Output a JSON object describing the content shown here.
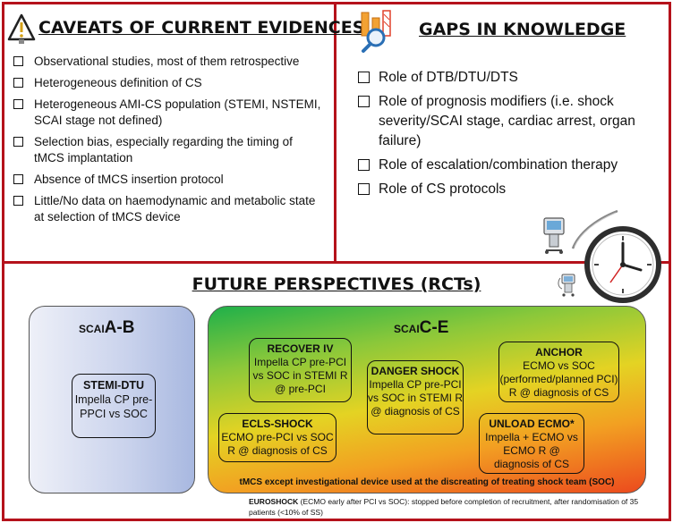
{
  "caveats": {
    "title": "CAVEATS OF CURRENT EVIDENCES",
    "items": [
      "Observational studies, most of them retrospective",
      "Heterogeneous definition of CS",
      "Heterogeneous AMI-CS population (STEMI, NSTEMI, SCAI stage not defined)",
      "Selection bias, especially regarding the timing of tMCS implantation",
      "Absence of tMCS insertion protocol",
      "Little/No data on haemodynamic and metabolic state at selection of tMCS device"
    ]
  },
  "gaps": {
    "title": "GAPS IN KNOWLEDGE",
    "items": [
      "Role of DTB/DTU/DTS",
      "Role of prognosis modifiers (i.e. shock severity/SCAI stage, cardiac arrest, organ failure)",
      "Role of escalation/combination therapy",
      "Role of CS protocols"
    ]
  },
  "future": {
    "title": "FUTURE PERSPECTIVES (RCTs)",
    "scai_prefix": "SCAI",
    "scai_ab": "A-B",
    "scai_ce": "C-E",
    "trials": {
      "stemi_dtu": {
        "name": "STEMI-DTU",
        "desc": "Impella CP pre-PPCI vs SOC"
      },
      "recover_iv": {
        "name": "RECOVER IV",
        "desc": "Impella CP pre-PCI vs SOC in STEMI R @ pre-PCI"
      },
      "danger_shock": {
        "name": "DANGER SHOCK",
        "desc": "Impella CP pre-PCI vs SOC in STEMI R @ diagnosis of CS"
      },
      "anchor": {
        "name": "ANCHOR",
        "desc": "ECMO vs SOC (performed/planned PCI) R @ diagnosis of CS"
      },
      "ecls_shock": {
        "name": "ECLS-SHOCK",
        "desc": "ECMO pre-PCI vs SOC R @ diagnosis of CS"
      },
      "unload_ecmo": {
        "name": "UNLOAD ECMO*",
        "desc": "Impella + ECMO vs ECMO R @ diagnosis of CS"
      }
    },
    "tmcs_note": "tMCS except investigational device used at the discreating of treating shock team (SOC)",
    "euroshock_name": "EUROSHOCK",
    "euroshock_text": " (ECMO early after PCI vs SOC): stopped before completion of recruitment, after randomisation of 35 patients (<10% of SS)"
  },
  "icons": {
    "caveats_icon": "warning-sign-icon",
    "gaps_icon": "magnifier-chart-icon",
    "clock_icon": "clock-icon",
    "device_icon": "medical-device-icon"
  },
  "colors": {
    "border": "#b5121b",
    "panel_ab": "#a8b8e0",
    "panel_ce_green": "#1fb04a",
    "panel_ce_yellow": "#e4d323",
    "panel_ce_red": "#ec4a1e"
  }
}
